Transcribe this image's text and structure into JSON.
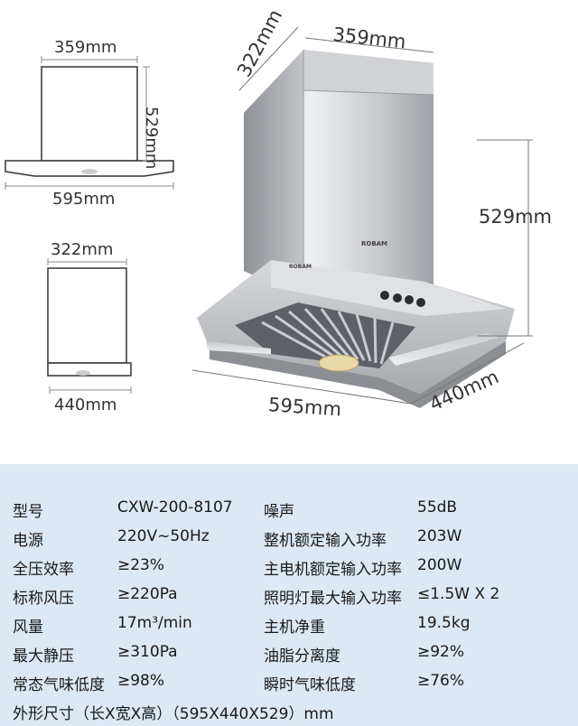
{
  "dimensions": {
    "front_view": {
      "width": "359mm",
      "height": "529mm",
      "base_width": "595mm"
    },
    "side_view": {
      "depth": "322mm",
      "base_depth": "440mm"
    },
    "product_view": {
      "top_depth": "322mm",
      "top_width": "359mm",
      "height": "529mm",
      "width": "595mm",
      "depth": "440mm"
    }
  },
  "brand": {
    "logo": "ROBAM"
  },
  "specs": {
    "rows": [
      {
        "label": "型号",
        "value": "CXW-200-8107",
        "label2": "噪声",
        "value2": "55dB"
      },
      {
        "label": "电源",
        "value": "220V~50Hz",
        "label2": "整机额定输入功率",
        "value2": "203W"
      },
      {
        "label": "全压效率",
        "value": "≥23%",
        "label2": "主电机额定输入功率",
        "value2": "200W"
      },
      {
        "label": "标称风压",
        "value": "≥220Pa",
        "label2": "照明灯最大输入功率",
        "value2": "≤1.5W X 2"
      },
      {
        "label": "风量",
        "value": "17m³/min",
        "label2": "主机净重",
        "value2": "19.5kg"
      },
      {
        "label": "最大静压",
        "value": "≥310Pa",
        "label2": "油脂分离度",
        "value2": "≥92%"
      },
      {
        "label": "常态气味低度",
        "value": "≥98%",
        "label2": "瞬时气味低度",
        "value2": "≥76%"
      }
    ],
    "footer": "外形尺寸（长X宽X高）（595X440X529）mm"
  },
  "colors": {
    "panel_bg": "#dbe8f5",
    "steel_light": "#e9eaec",
    "steel_dark": "#8d9096"
  }
}
